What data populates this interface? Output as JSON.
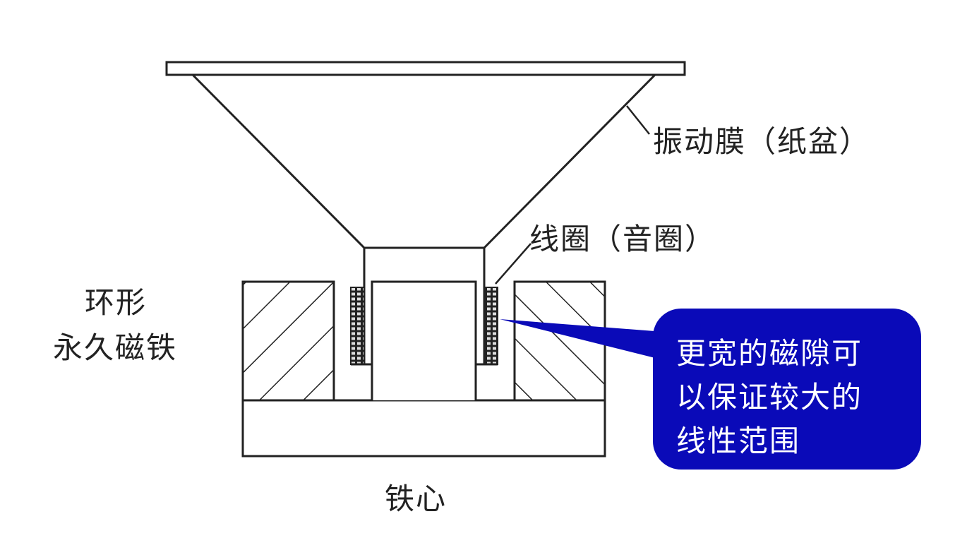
{
  "labels": {
    "diaphragm": "振动膜（纸盆）",
    "coil": "线圈（音圈）",
    "magnet_line1": "环形",
    "magnet_line2": "永久磁铁",
    "core": "铁心"
  },
  "callout": {
    "lines": [
      "更宽的磁隙可",
      "以保证较大的",
      "线性范围"
    ],
    "color": "#0a0ab8"
  }
}
